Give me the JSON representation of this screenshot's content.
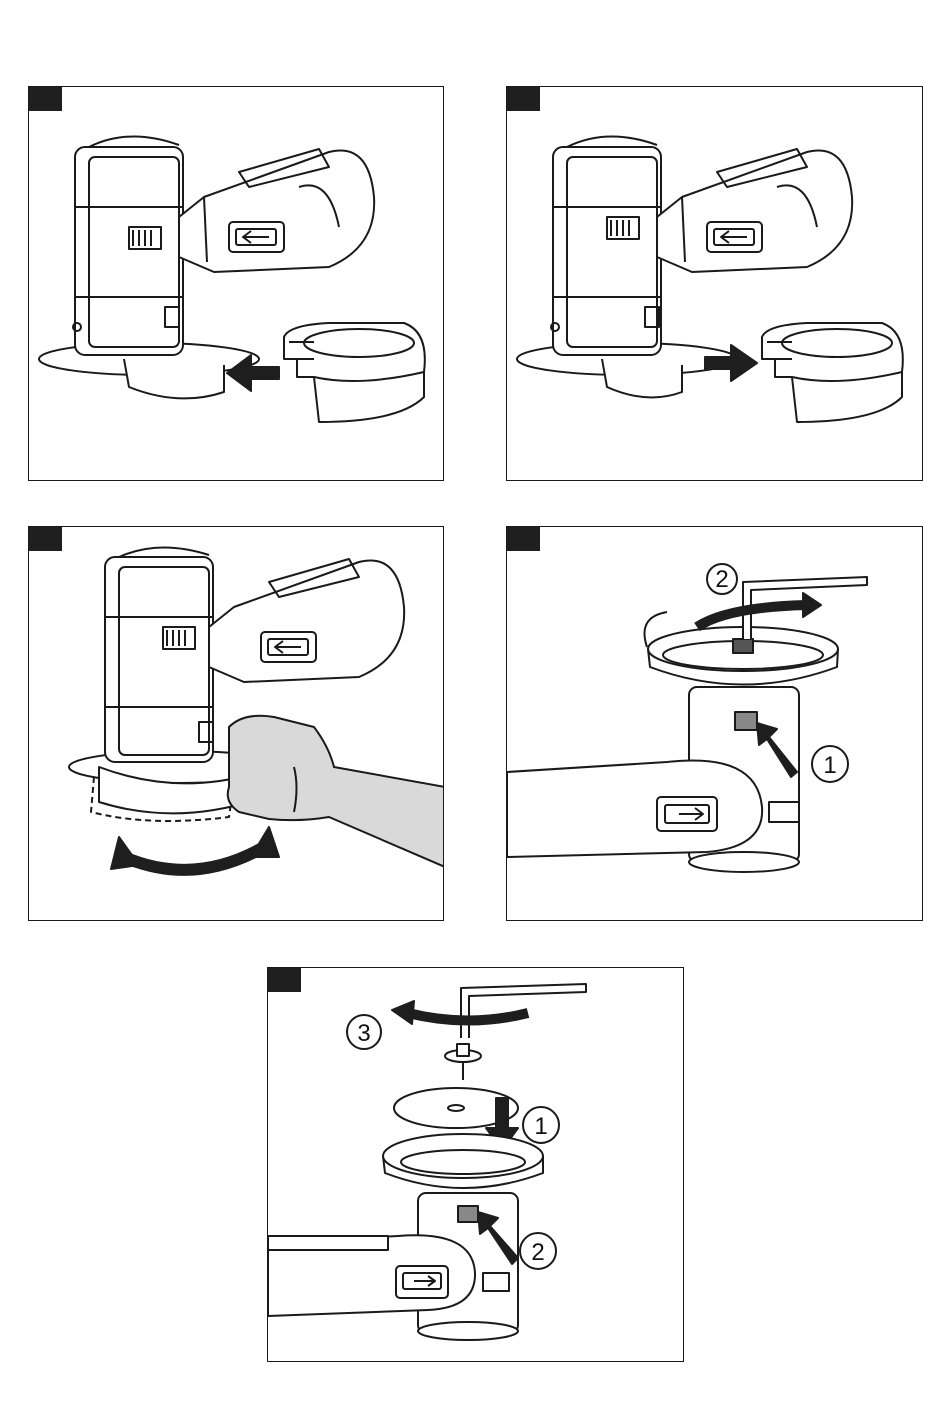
{
  "panels": [
    {
      "id": "fig-a",
      "callouts": []
    },
    {
      "id": "fig-b",
      "callouts": []
    },
    {
      "id": "fig-c",
      "callouts": []
    },
    {
      "id": "fig-d",
      "callouts": [
        "2",
        "1"
      ]
    },
    {
      "id": "fig-e",
      "callouts": [
        "3",
        "1",
        "2"
      ]
    }
  ],
  "colors": {
    "ink": "#1a1a1a",
    "tab": "#1f1f1f",
    "glove": "#d9d9d9",
    "arrow": "#1e1e1e"
  }
}
